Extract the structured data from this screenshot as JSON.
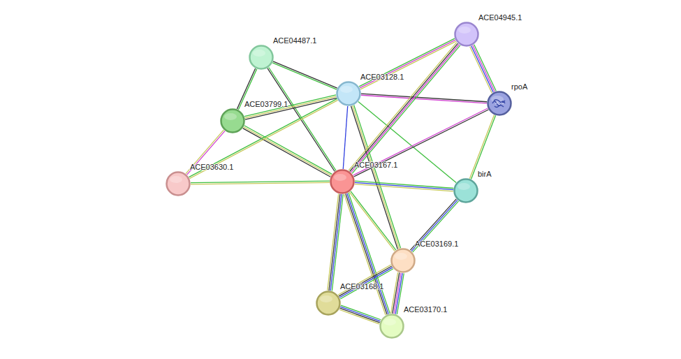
{
  "diagram": {
    "nodes": [
      {
        "text": [
          "ACE04945.1"
        ]
      },
      {
        "text": [
          "ACE04487.1"
        ]
      },
      {
        "text": [
          "ACE03128.1"
        ]
      },
      {
        "text": [
          "rpoA"
        ]
      },
      {
        "text": [
          "ACE03799.1"
        ]
      },
      {
        "text": [
          "ACE03167.1"
        ]
      },
      {
        "text": [
          "ACE03630.1"
        ]
      },
      {
        "text": [
          "birA"
        ]
      },
      {
        "text": [
          "ACE03169.1"
        ]
      },
      {
        "text": [
          "ACE03168.1"
        ]
      },
      {
        "text": [
          "ACE03170.1"
        ]
      }
    ],
    "edges": [
      {
        "from": 1,
        "to": 4,
        "arrow": "none"
      },
      {
        "from": 1,
        "to": 2,
        "arrow": "none"
      },
      {
        "from": 1,
        "to": 5,
        "arrow": "none"
      },
      {
        "from": 4,
        "to": 2,
        "arrow": "none"
      },
      {
        "from": 4,
        "to": 5,
        "arrow": "none"
      },
      {
        "from": 4,
        "to": 6,
        "arrow": "none"
      },
      {
        "from": 6,
        "to": 2,
        "arrow": "none"
      },
      {
        "from": 6,
        "to": 5,
        "arrow": "none"
      },
      {
        "from": 2,
        "to": 0,
        "arrow": "none"
      },
      {
        "from": 2,
        "to": 3,
        "arrow": "none"
      },
      {
        "from": 2,
        "to": 5,
        "arrow": "none"
      },
      {
        "from": 2,
        "to": 7,
        "arrow": "none"
      },
      {
        "from": 2,
        "to": 8,
        "arrow": "none"
      },
      {
        "from": 0,
        "to": 3,
        "arrow": "none"
      },
      {
        "from": 0,
        "to": 5,
        "arrow": "none"
      },
      {
        "from": 3,
        "to": 5,
        "arrow": "none"
      },
      {
        "from": 3,
        "to": 7,
        "arrow": "none"
      },
      {
        "from": 5,
        "to": 7,
        "arrow": "none"
      },
      {
        "from": 5,
        "to": 8,
        "arrow": "none"
      },
      {
        "from": 5,
        "to": 9,
        "arrow": "none"
      },
      {
        "from": 5,
        "to": 10,
        "arrow": "none"
      },
      {
        "from": 7,
        "to": 8,
        "arrow": "none"
      },
      {
        "from": 8,
        "to": 9,
        "arrow": "none"
      },
      {
        "from": 8,
        "to": 10,
        "arrow": "none"
      },
      {
        "from": 9,
        "to": 10,
        "arrow": "none"
      }
    ]
  }
}
